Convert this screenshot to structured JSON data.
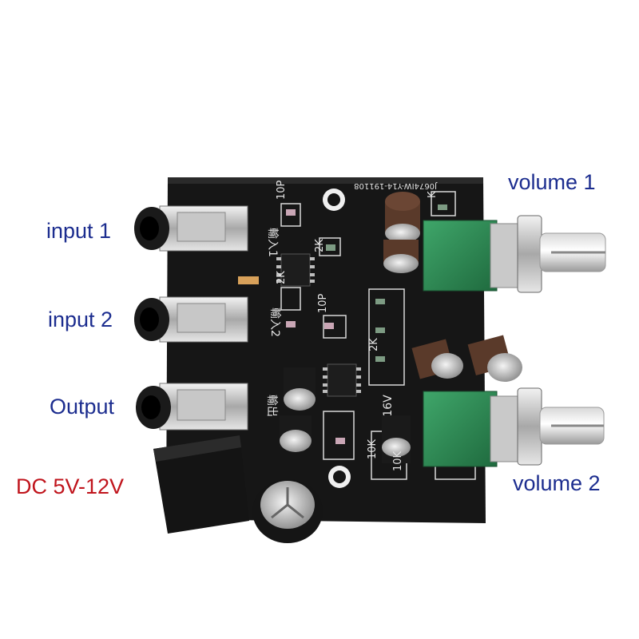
{
  "labels": {
    "input_1": "input 1",
    "input_2": "input 2",
    "output": "Output",
    "power": "DC 5V-12V",
    "volume_1": "volume 1",
    "volume_2": "volume 2"
  },
  "board": {
    "silkscreen_id": "J0674IW-Y14-191108",
    "jack_1_text": "輸入1",
    "jack_2_text": "輸入2",
    "jack_out_text": "輸出",
    "capacitor_text": "UF16V",
    "resistor_texts": [
      "10P",
      "2K",
      "2K",
      "10P",
      "2K",
      "K",
      "10K",
      "10K"
    ]
  },
  "colors": {
    "label_blue": "#1c2d8f",
    "label_red": "#c0141c",
    "pcb_black": "#151515",
    "potentiometer_green": "#2e8a55"
  }
}
